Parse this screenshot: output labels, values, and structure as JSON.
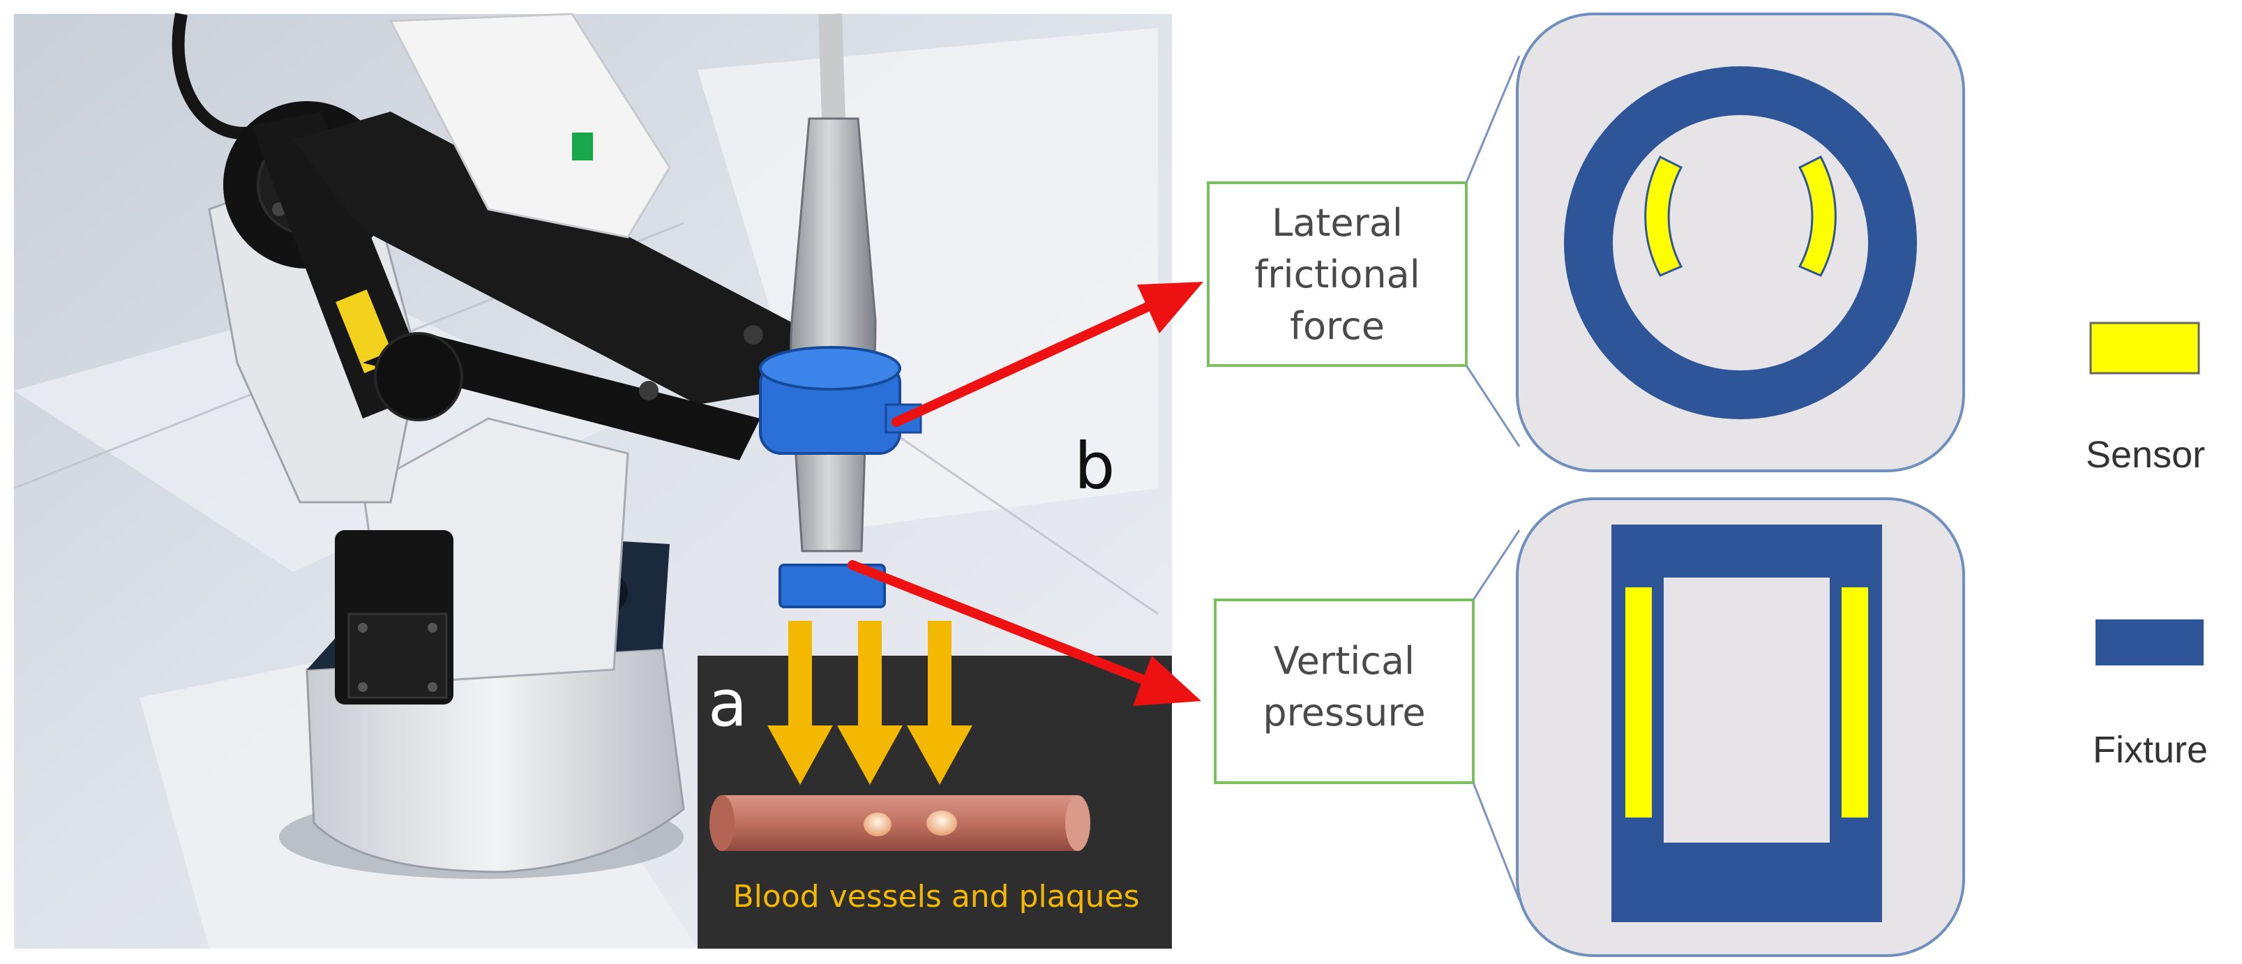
{
  "photo": {
    "label_a": "a",
    "label_b": "b",
    "inset_caption": "Blood vessels and plaques"
  },
  "callouts": [
    {
      "id": "lateral",
      "lines": [
        "Lateral",
        "frictional",
        "force"
      ]
    },
    {
      "id": "vertical",
      "lines": [
        "Vertical",
        "pressure"
      ]
    }
  ],
  "legend": {
    "sensor_label": "Sensor",
    "fixture_label": "Fixture"
  },
  "colors": {
    "sensor": "#ffff00",
    "fixture": "#2e5597",
    "arrow": "#ee1111",
    "callout_border": "#7cbf5e",
    "detail_panel": "#e6e4e6",
    "detail_border": "#6f8fbf",
    "inset_bg": "#2e2e2e",
    "force_arrow": "#f5b800",
    "vessel": "#c97a6c",
    "clamp": "#2a70d8"
  }
}
